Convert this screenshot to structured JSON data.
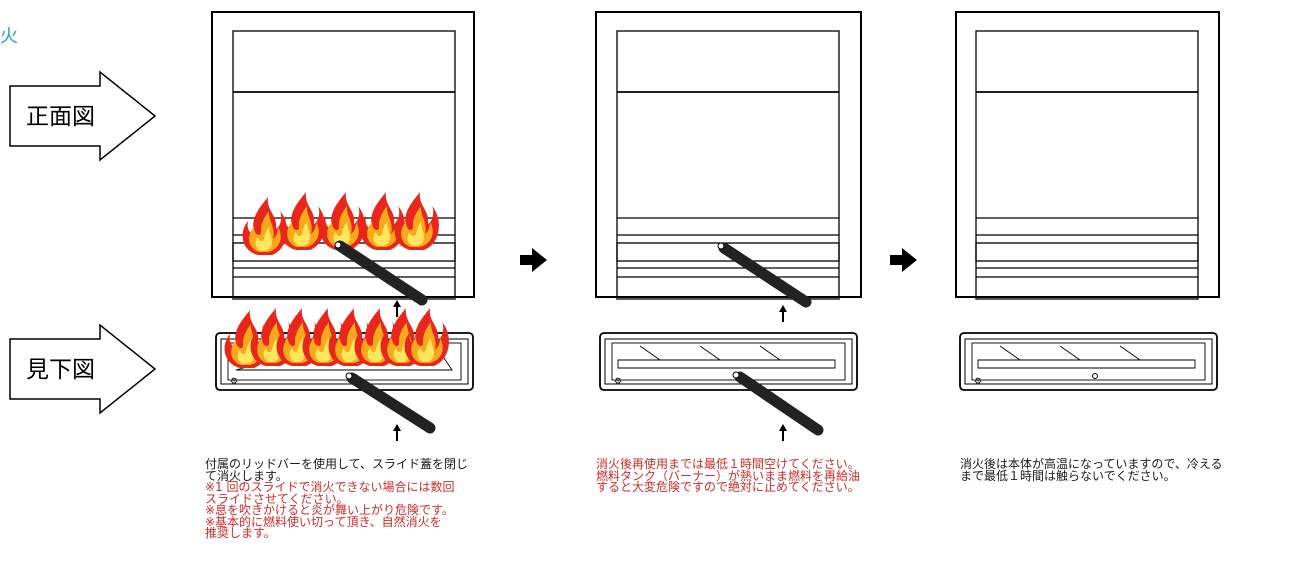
{
  "heading": "火",
  "view_labels": {
    "front": "正面図",
    "top": "見下図"
  },
  "captions": {
    "step1": {
      "black": [
        "付属のリッドバーを使用して、スライド蓋を閉じ",
        "て消火します。"
      ],
      "red": [
        "※1 回のスライドで消火できない場合には数回",
        "スライドさせてください。",
        "※息を吹きかけると炎が舞い上がり危険です。",
        "※基本的に燃料使い切って頂き、自然消火を",
        "推奨します。"
      ]
    },
    "step2": {
      "red": [
        "消火後再使用までは最低１時間空けてください。",
        "燃料タンク（バーナー）が熱いまま燃料を再給油",
        "すると大変危険ですので絶対に止めてください。"
      ]
    },
    "step3": {
      "black": [
        "消火後は本体が高温になっていますので、冷える",
        "まで最低１時間は触らないでください。"
      ]
    }
  },
  "colors": {
    "caption_black": "#1a1a1a",
    "caption_red": "#d12b2b",
    "heading_blue": "#2a9fd6",
    "flame_outer": "#e8261c",
    "flame_inner": "#f7a81b",
    "flame_core": "#ffe65c"
  },
  "icons": [
    "step-arrow-icon",
    "push-arrow-icon",
    "flame-icon",
    "lid-bar-icon"
  ]
}
